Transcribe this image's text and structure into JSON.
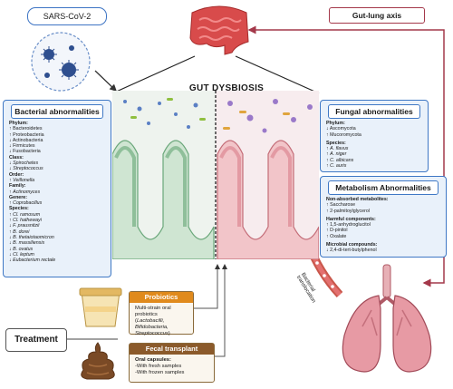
{
  "header": {
    "sars_label": "SARS-CoV-2",
    "gut_lung_label": "Gut-lung axis",
    "dysbiosis_title": "GUT DYSBIOSIS"
  },
  "bacterial": {
    "title": "Bacterial abnormalities",
    "lines": [
      {
        "t": "Phylum:",
        "s": "h"
      },
      {
        "t": "↑ Bacteroidetes"
      },
      {
        "t": "↑ Proteobacteria"
      },
      {
        "t": "↓ Actinobacteria"
      },
      {
        "t": "↓ Firmicutes"
      },
      {
        "t": "↓ Fusobacteria"
      },
      {
        "t": "Class:",
        "s": "h"
      },
      {
        "t": "↓ ",
        "i": "Spirochetes"
      },
      {
        "t": "↓ ",
        "i": "Streptococcus"
      },
      {
        "t": "Order:",
        "s": "h"
      },
      {
        "t": "↑ ",
        "i": "Veillonella"
      },
      {
        "t": "Family:",
        "s": "h"
      },
      {
        "t": "↑ ",
        "i": "Actinomyces"
      },
      {
        "t": "Genere:",
        "s": "h"
      },
      {
        "t": "↑ ",
        "i": "Coprobacillus"
      },
      {
        "t": "Species:",
        "s": "h"
      },
      {
        "t": "↑ ",
        "i": "Cl. ramosum"
      },
      {
        "t": "↑ ",
        "i": "Cl. hathewayi"
      },
      {
        "t": "↓ ",
        "i": "F. prausnitzii"
      },
      {
        "t": "↑ ",
        "i": "B. dorei"
      },
      {
        "t": "↓ ",
        "i": "B. thetaiotaomicron"
      },
      {
        "t": "↓ ",
        "i": "B. massiliensis"
      },
      {
        "t": "↓ ",
        "i": "B. ovatus"
      },
      {
        "t": "↓ ",
        "i": "Cl. leptum"
      },
      {
        "t": "↓ ",
        "i": "Eubacterium rectale"
      }
    ]
  },
  "fungal": {
    "title": "Fungal abnormalities",
    "lines": [
      {
        "t": "Phylum:",
        "s": "h"
      },
      {
        "t": "↓ Ascomycota"
      },
      {
        "t": "↑ Mucoromycota"
      },
      {
        "t": " ",
        "s": "gap"
      },
      {
        "t": "Species:",
        "s": "h"
      },
      {
        "t": "↑ ",
        "i": "A. flavus"
      },
      {
        "t": "↑ ",
        "i": "A. niger"
      },
      {
        "t": "↑ ",
        "i": "C. albicans"
      },
      {
        "t": "↑ ",
        "i": "C. auris"
      }
    ]
  },
  "metabolism": {
    "title": "Metabolism Abnormalities",
    "lines": [
      {
        "t": "Non-absorbed metabolites:",
        "s": "h"
      },
      {
        "t": "↑ Saccharose"
      },
      {
        "t": "↑ 2-palmitoylglycerol"
      },
      {
        "t": " ",
        "s": "gap"
      },
      {
        "t": "Harmful components:",
        "s": "h"
      },
      {
        "t": "↑ 1,5-anhydroglucitol"
      },
      {
        "t": "↑ D-pinitol"
      },
      {
        "t": "↑ Oxalate"
      },
      {
        "t": " ",
        "s": "gap"
      },
      {
        "t": "Microbial compounds:",
        "s": "h"
      },
      {
        "t": "↓ 2,4-di-tert-butylphenol"
      }
    ]
  },
  "treatment": {
    "label": "Treatment",
    "probiotics": {
      "title": "Probiotics",
      "line1": "Multi-strain oral probiotics",
      "line2_open": "(",
      "line2_italic": "Lactobacilli, Bifidobacteria,",
      "line3_italic": "Streptococcus",
      "line3_close": ")"
    },
    "fecal": {
      "title": "Fecal transplant",
      "line1": "Oral capsules:",
      "line2": "-With fresh samples",
      "line3": "-With frozen samples"
    }
  },
  "translocation": {
    "line1": "Bacterial",
    "line2": "translocation"
  },
  "colors": {
    "blue": "#3f78c5",
    "red": "#a4384a",
    "orange": "#e08a1c",
    "brown": "#8b5a2b"
  }
}
